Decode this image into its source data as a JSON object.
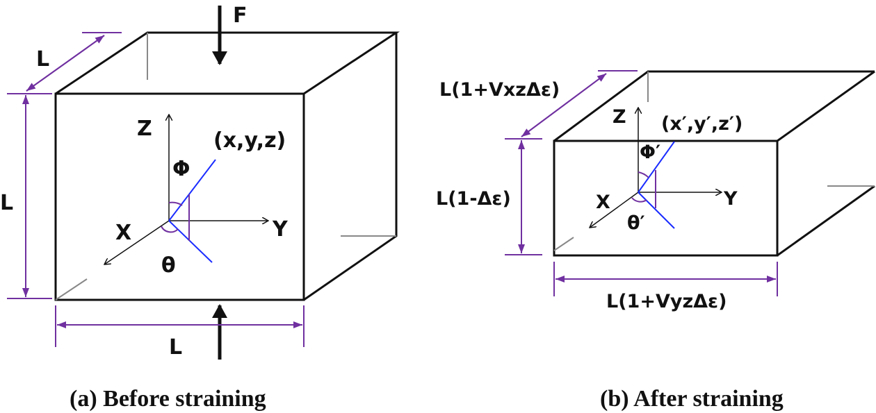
{
  "panel_a": {
    "caption": "(a) Before straining",
    "force_label": "F",
    "depth_label": "L",
    "height_label": "L",
    "width_label": "L",
    "axis_z": "Z",
    "axis_y": "Y",
    "axis_x": "X",
    "point_label": "(x,y,z)",
    "phi_label": "Φ",
    "theta_label": "θ"
  },
  "panel_b": {
    "caption": "(b) After straining",
    "depth_label": "L(1+VxzΔε)",
    "height_label": "L(1-Δε)",
    "width_label": "L(1+VyzΔε)",
    "axis_z": "Z",
    "axis_y": "Y",
    "axis_x": "X",
    "point_label": "(x′,y′,z′)",
    "phi_label": "Φ′",
    "theta_label": "θ′"
  },
  "colors": {
    "dimension": "#7030a0",
    "vector": "#1a2cff",
    "edge": "#111111"
  }
}
